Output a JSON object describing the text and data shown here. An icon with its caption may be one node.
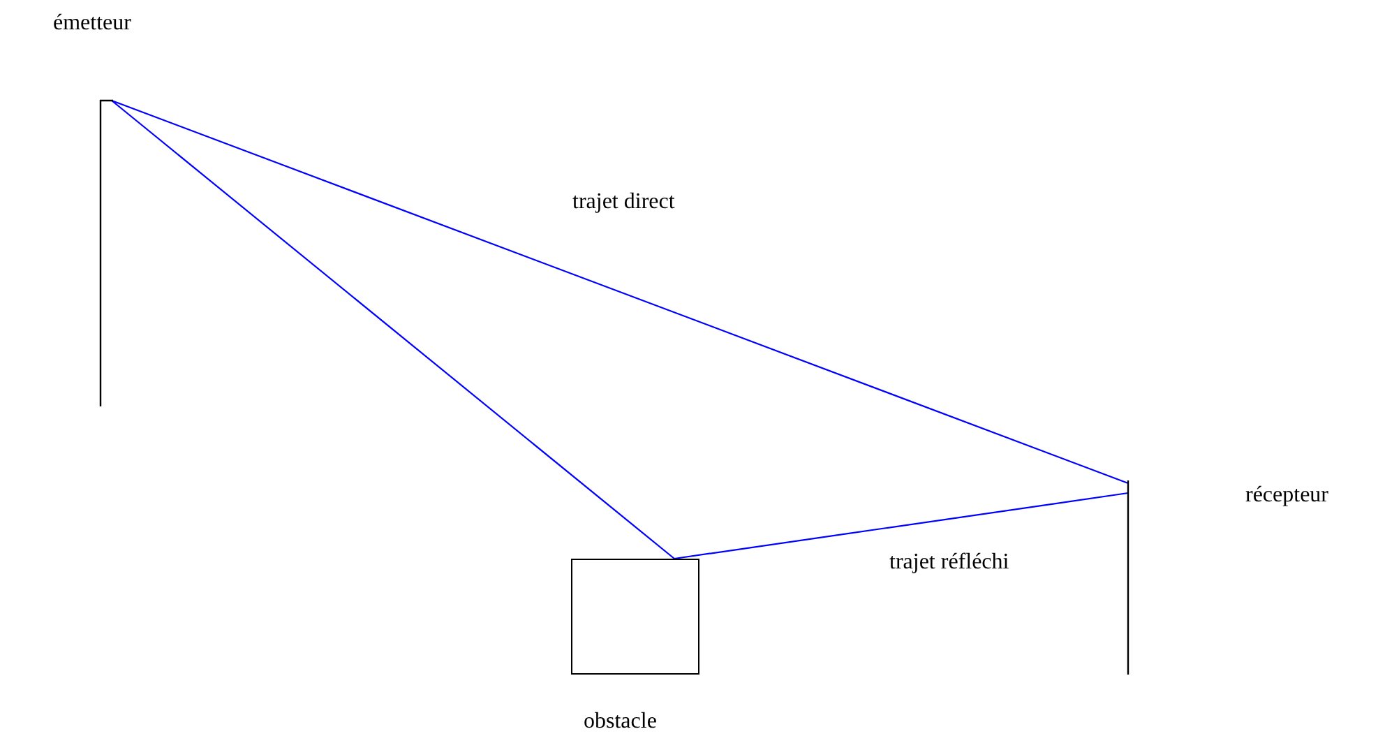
{
  "diagram": {
    "nodes": [
      {
        "text": [],
        "shape": "bar",
        "beside": [
          "émetteur"
        ]
      },
      {
        "text": [],
        "shape": "box",
        "beside": [
          "obstacle"
        ]
      },
      {
        "text": [],
        "shape": "bar"
      }
    ],
    "labels": [
      "récepteur"
    ],
    "edges": [
      {
        "from": 0,
        "to": 2,
        "arrow": "none",
        "label": "trajet direct",
        "color": "#0000ff"
      },
      {
        "from": 0,
        "to": 1,
        "arrow": "none",
        "color": "#0000ff"
      },
      {
        "from": 1,
        "to": 2,
        "arrow": "none",
        "label": "trajet réfléchi",
        "color": "#0000ff"
      }
    ]
  }
}
